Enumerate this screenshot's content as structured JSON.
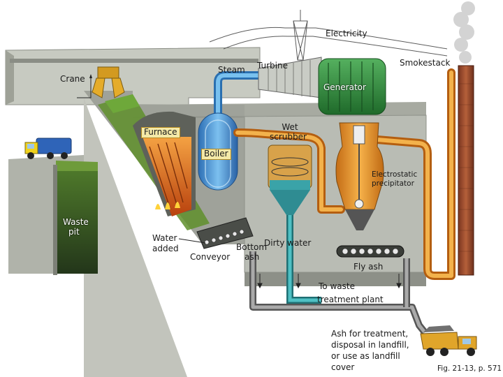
{
  "labels": {
    "electricity": "Electricity",
    "smokestack": "Smokestack",
    "turbine": "Turbine",
    "steam": "Steam",
    "crane": "Crane",
    "generator": "Generator",
    "wet_scrubber_line1": "Wet",
    "wet_scrubber_line2": "scrubber",
    "furnace": "Furnace",
    "boiler": "Boiler",
    "electrostatic_line1": "Electrostatic",
    "electrostatic_line2": "precipitator",
    "waste_pit_line1": "Waste",
    "waste_pit_line2": "pit",
    "water_added_line1": "Water",
    "water_added_line2": "added",
    "conveyor": "Conveyor",
    "bottom_ash_line1": "Bottom",
    "bottom_ash_line2": "ash",
    "dirty_water": "Dirty water",
    "fly_ash": "Fly ash",
    "to_waste_line1": "To waste",
    "to_waste_line2": "treatment plant",
    "ash_line1": "Ash for treatment,",
    "ash_line2": "disposal in landfill,",
    "ash_line3": "or use as landfill",
    "ash_line4": "cover",
    "figure_ref": "Fig. 21-13, p. 571"
  },
  "colors": {
    "building_gray": "#b9bcb4",
    "wall_dark": "#6f736b",
    "steam_blue": "#4a9fd8",
    "hot_orange": "#e8962a",
    "generator_green": "#2f8a3c",
    "furnace_orange": "#d9611c",
    "water_teal": "#3aa3a8",
    "ash_gray": "#8a8a8a",
    "stack_brick": "#9a4a2a"
  },
  "icons": [
    "power-tower-icon",
    "garbage-truck-icon",
    "dump-truck-icon",
    "crane-claw-icon"
  ]
}
